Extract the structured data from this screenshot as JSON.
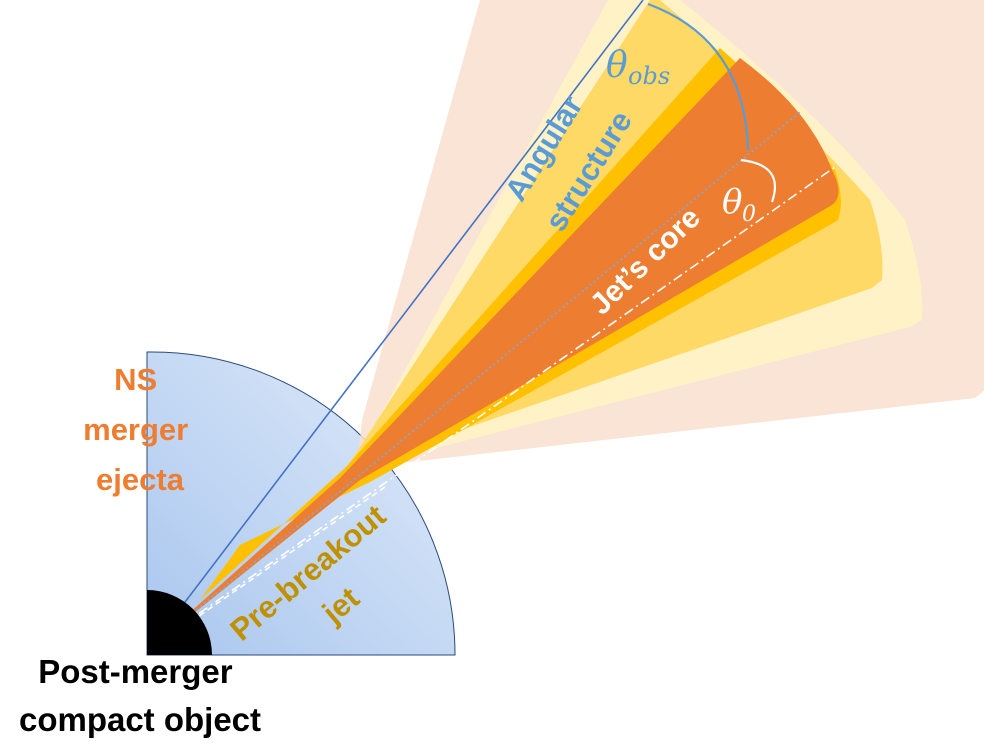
{
  "labels": {
    "ejecta": [
      "NS",
      "merger",
      "ejecta"
    ],
    "compact_object": [
      "Post-merger",
      "compact object"
    ],
    "angular": [
      "Angular",
      "structure"
    ],
    "core": "Jet’s core",
    "prebreakout": [
      "Pre-breakout",
      "jet"
    ]
  },
  "math": {
    "theta_obs_main": "θ",
    "theta_obs_sub": "obs",
    "theta_0_main": "θ",
    "theta_0_sub": "0"
  },
  "colors": {
    "ejecta_fill_inner": "#a9c6ee",
    "ejecta_fill_outer": "#dde9f8",
    "ejecta_edge": "#2b4a7a",
    "wide_wing": "#f8dfcf",
    "wing_pale": "#fff2c6",
    "wing_yellow": "#ffd966",
    "wing_gold": "#ffc000",
    "core": "#ed7d31",
    "observer_line": "#4472c4",
    "angle_arc_obs": "#5b9bd5",
    "compact_object": "#000000",
    "text_ejecta": "#ed7d31",
    "text_angular": "#5b9bd5",
    "text_core": "#ffffff",
    "text_prebreakout": "#bf9000",
    "text_compact": "#000000"
  }
}
